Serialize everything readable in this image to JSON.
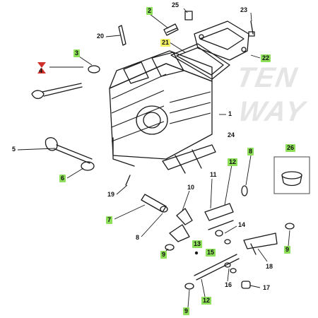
{
  "callouts": {
    "c1": "1",
    "c2": "2",
    "c3": "3",
    "c4": "4",
    "c5": "5",
    "c6": "6",
    "c7": "7",
    "c8": "8",
    "c8b": "8",
    "c9a": "9",
    "c9b": "9",
    "c9c": "9",
    "c10": "10",
    "c11": "11",
    "c12a": "12",
    "c12b": "12",
    "c13": "13",
    "c14": "14",
    "c15": "15",
    "c16": "16",
    "c17": "17",
    "c18": "18",
    "c19": "19",
    "c20": "20",
    "c21": "21",
    "c22": "22",
    "c23": "23",
    "c24": "24",
    "c25": "25",
    "c26": "26"
  },
  "watermark": {
    "line1": "TEN",
    "line2": "WAY"
  },
  "highlight_colors": {
    "green": "#8ee05a",
    "yellow": "#f2f264",
    "marker_red": "#d0302a"
  }
}
